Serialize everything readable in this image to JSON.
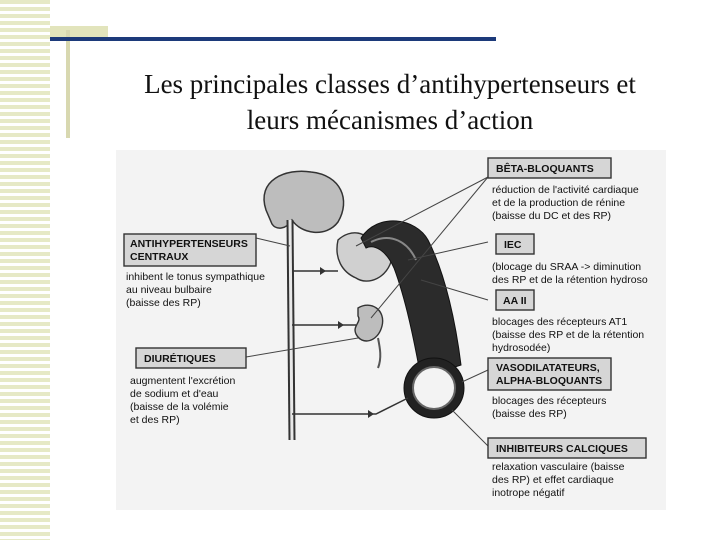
{
  "title": {
    "line1": "Les principales classes d’antihypertenseurs et",
    "line2": "leurs mécanismes d’action"
  },
  "figure": {
    "labels": {
      "beta": {
        "title": [
          "BÊTA-BLOQUANTS"
        ],
        "desc": [
          "réduction de l'activité cardiaque",
          "et de la production de rénine",
          "(baisse du DC et des RP)"
        ]
      },
      "iec": {
        "title": [
          "IEC"
        ],
        "desc": [
          "(blocage du SRAA -> diminution",
          "des RP et de la rétention hydroso"
        ]
      },
      "aa2": {
        "title": [
          "AA II"
        ],
        "desc": [
          "blocages des récepteurs AT1",
          "(baisse des RP et de la rétention",
          "hydrosodée)"
        ]
      },
      "vaso": {
        "title": [
          "VASODILATATEURS,",
          "ALPHA-BLOQUANTS"
        ],
        "desc": [
          "blocages des récepteurs",
          "(baisse des RP)"
        ]
      },
      "calc": {
        "title": [
          "INHIBITEURS CALCIQUES"
        ],
        "desc": [
          "relaxation vasculaire (baisse",
          "des RP) et effet cardiaque",
          "inotrope négatif"
        ]
      },
      "centraux": {
        "title": [
          "ANTIHYPERTENSEURS",
          "CENTRAUX"
        ],
        "desc": [
          "inhibent le tonus sympathique",
          "au niveau bulbaire",
          "(baisse des RP)"
        ]
      },
      "diur": {
        "title": [
          "DIURÉTIQUES"
        ],
        "desc": [
          "augmentent l'excrétion",
          "de sodium et d'eau",
          "(baisse de la volémie",
          "et des RP)"
        ]
      }
    }
  }
}
